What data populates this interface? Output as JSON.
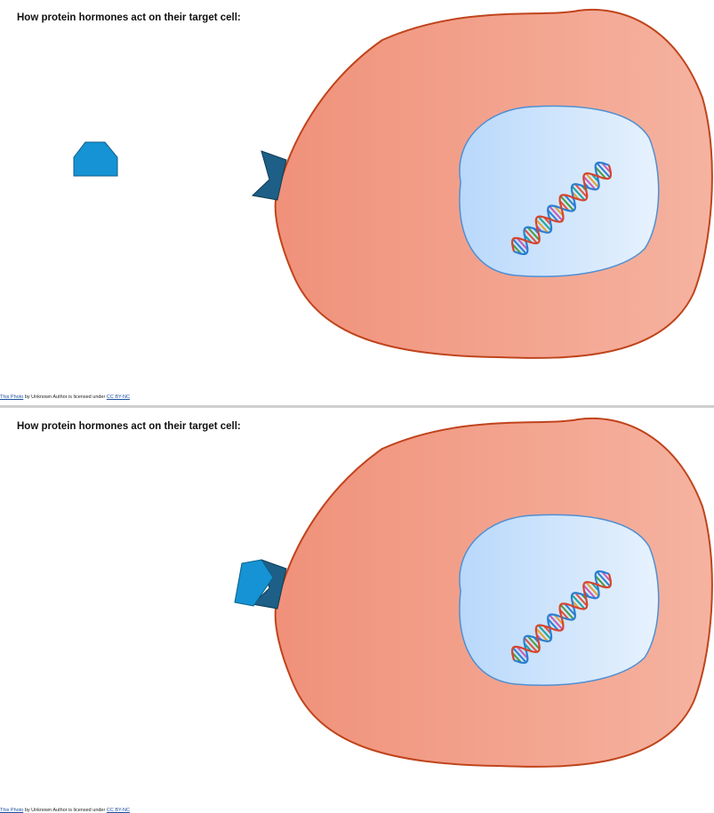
{
  "slides": [
    {
      "title": "How protein hormones act on their target cell:",
      "credit": {
        "link_text": "This Photo",
        "mid_text": " by Unknown Author is licensed under ",
        "license_text": "CC BY-NC"
      }
    },
    {
      "title": "How protein hormones act on their target cell:",
      "credit": {
        "link_text": "This Photo",
        "mid_text": " by Unknown Author is licensed under ",
        "license_text": "CC BY-NC"
      }
    }
  ],
  "colors": {
    "cell_fill_left": "#f0917a",
    "cell_fill_right": "#f5b3a0",
    "cell_outline": "#c0441c",
    "nucleus_fill_left": "#b8d8fb",
    "nucleus_fill_right": "#e7f2fd",
    "nucleus_outline": "#4f8fd3",
    "hormone": "#1593d4",
    "receptor": "#1d5f86",
    "dna_colors": [
      "#e0503a",
      "#4a9b3a",
      "#2b7ed1",
      "#c85ab3",
      "#e3a12d",
      "#1fa39b"
    ]
  },
  "icons": {
    "hormone": "hormone-molecule-icon",
    "receptor": "receptor-icon",
    "dna": "dna-helix-icon"
  }
}
